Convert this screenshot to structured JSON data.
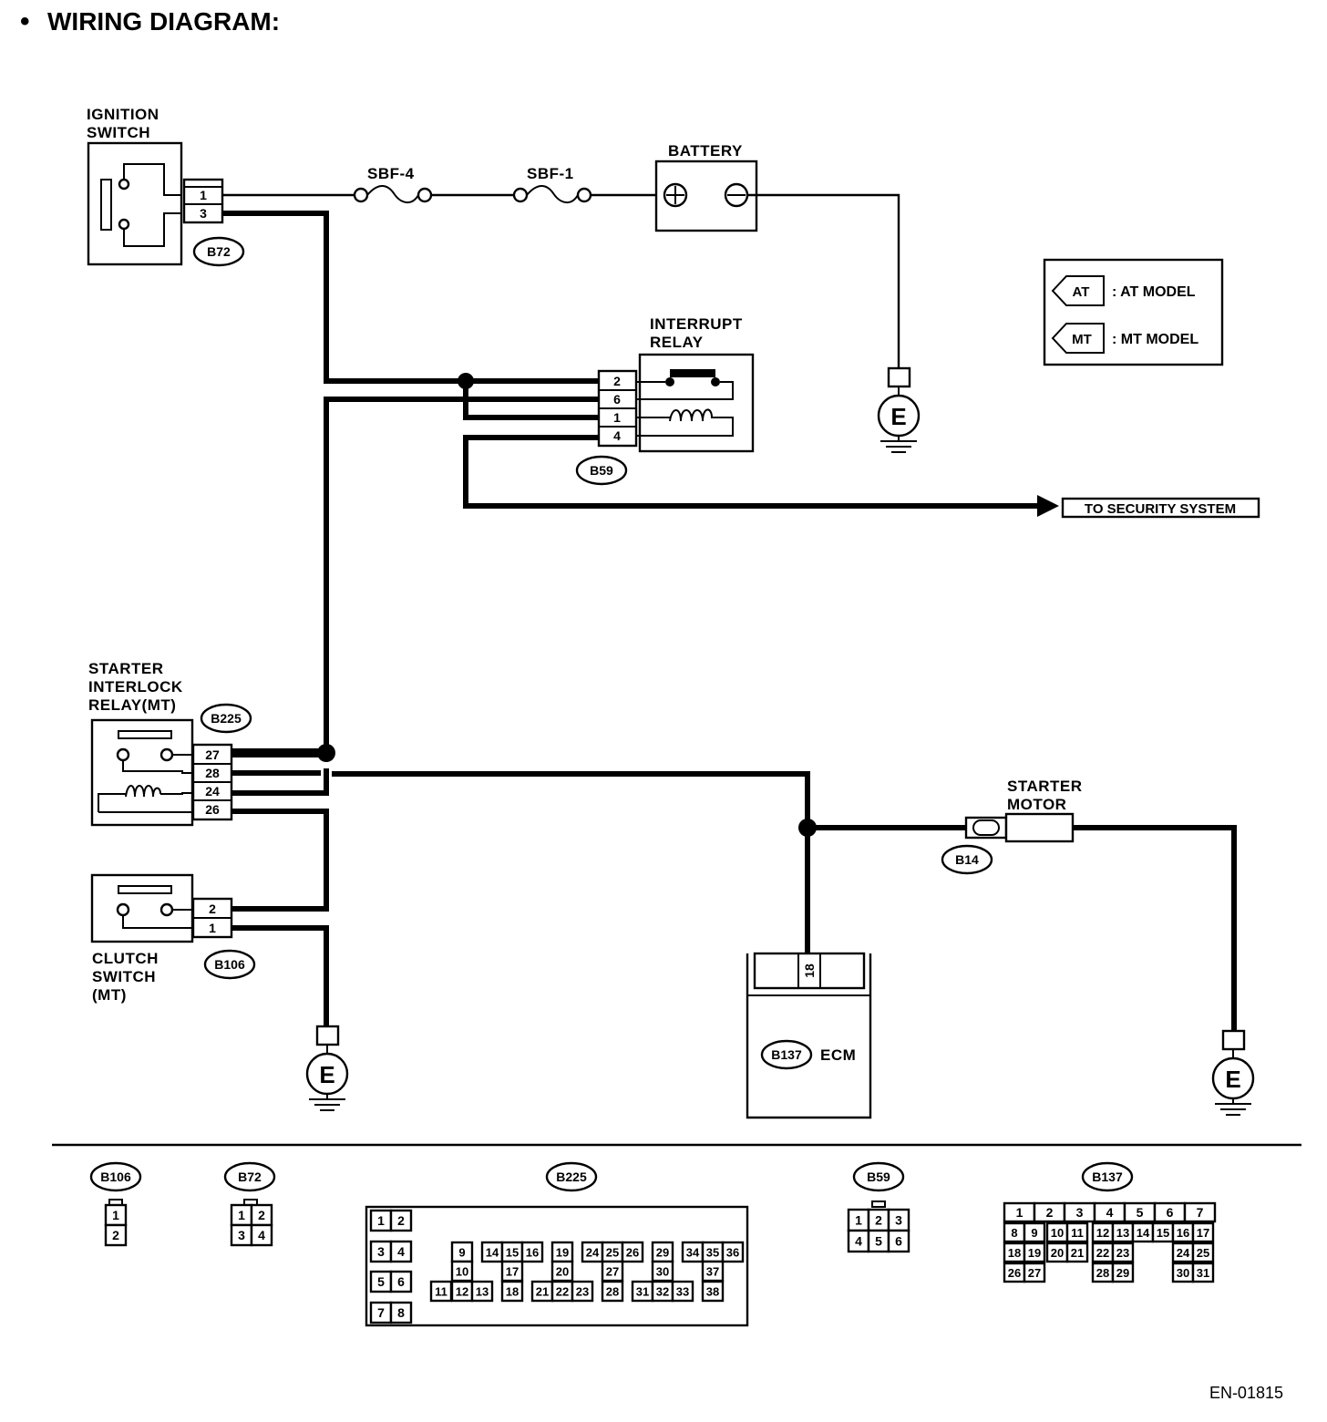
{
  "title": "WIRING DIAGRAM:",
  "figure_id": "EN-01815",
  "components": {
    "ignition_switch": "IGNITION\nSWITCH",
    "battery": "BATTERY",
    "interrupt_relay": "INTERRUPT\nRELAY",
    "starter_interlock_relay": "STARTER\nINTERLOCK\nRELAY(MT)",
    "clutch_switch": "CLUTCH\nSWITCH\n(MT)",
    "starter_motor": "STARTER\nMOTOR",
    "ecm": "ECM",
    "ground": "E"
  },
  "fuses": [
    "SBF-4",
    "SBF-1"
  ],
  "destination": "TO SECURITY SYSTEM",
  "legend": [
    {
      "tag": "AT",
      "text": ": AT MODEL"
    },
    {
      "tag": "MT",
      "text": ": MT MODEL"
    }
  ],
  "connectors": {
    "B72": {
      "id": "B72",
      "pins": [
        "1",
        "3"
      ]
    },
    "B59": {
      "id": "B59",
      "pins": [
        "2",
        "6",
        "1",
        "4"
      ]
    },
    "B225": {
      "id": "B225",
      "pins": [
        "27",
        "28",
        "24",
        "26"
      ]
    },
    "B106": {
      "id": "B106",
      "pins": [
        "2",
        "1"
      ]
    },
    "B14": {
      "id": "B14"
    },
    "B137": {
      "id": "B137",
      "pins": [
        "18"
      ]
    }
  },
  "connector_views": {
    "B106": {
      "id": "B106",
      "pins": [
        "1",
        "2"
      ]
    },
    "B72": {
      "id": "B72",
      "pins": [
        "1",
        "2",
        "3",
        "4"
      ]
    },
    "B225": {
      "id": "B225",
      "pins": [
        "1",
        "2",
        "3",
        "4",
        "5",
        "6",
        "7",
        "8",
        "9",
        "10",
        "11",
        "12",
        "13",
        "14",
        "15",
        "16",
        "17",
        "18",
        "19",
        "20",
        "21",
        "22",
        "23",
        "24",
        "25",
        "26",
        "27",
        "28",
        "29",
        "30",
        "31",
        "32",
        "33",
        "34",
        "35",
        "36",
        "37",
        "38"
      ]
    },
    "B59": {
      "id": "B59",
      "pins": [
        "1",
        "2",
        "3",
        "4",
        "5",
        "6"
      ]
    },
    "B137": {
      "id": "B137",
      "pins": [
        "1",
        "2",
        "3",
        "4",
        "5",
        "6",
        "7",
        "8",
        "9",
        "10",
        "11",
        "12",
        "13",
        "14",
        "15",
        "16",
        "17",
        "18",
        "19",
        "20",
        "21",
        "22",
        "23",
        "24",
        "25",
        "26",
        "27",
        "28",
        "29",
        "30",
        "31"
      ]
    }
  }
}
